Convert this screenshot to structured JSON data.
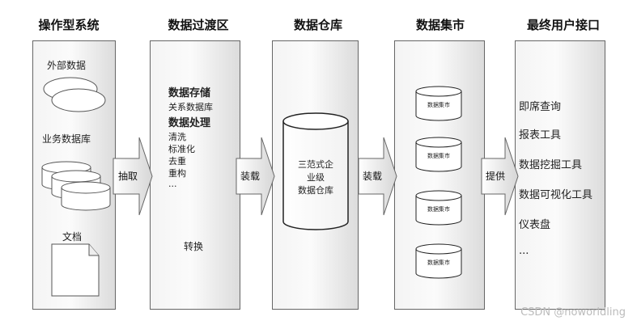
{
  "headers": {
    "op_system": "操作型系统",
    "staging": "数据过渡区",
    "warehouse": "数据仓库",
    "mart": "数据集市",
    "interface": "最终用户接口"
  },
  "op_system": {
    "external_data": "外部数据",
    "business_db": "业务数据库",
    "document": "文档"
  },
  "staging": {
    "storage_title": "数据存储",
    "storage_item": "关系数据库",
    "process_title": "数据处理",
    "process_items": [
      "清洗",
      "标准化",
      "去重",
      "重构",
      "..."
    ],
    "transform": "转换"
  },
  "warehouse": {
    "line1": "三范式企",
    "line2": "业级",
    "line3": "数据仓库"
  },
  "mart": {
    "label": "数据集市"
  },
  "interface": {
    "items": [
      "即席查询",
      "报表工具",
      "数据挖掘工具",
      "数据可视化工具",
      "仪表盘",
      "..."
    ]
  },
  "arrows": {
    "extract": "抽取",
    "load1": "装载",
    "load2": "装载",
    "provide": "提供"
  },
  "watermark": "CSDN @noworldling"
}
